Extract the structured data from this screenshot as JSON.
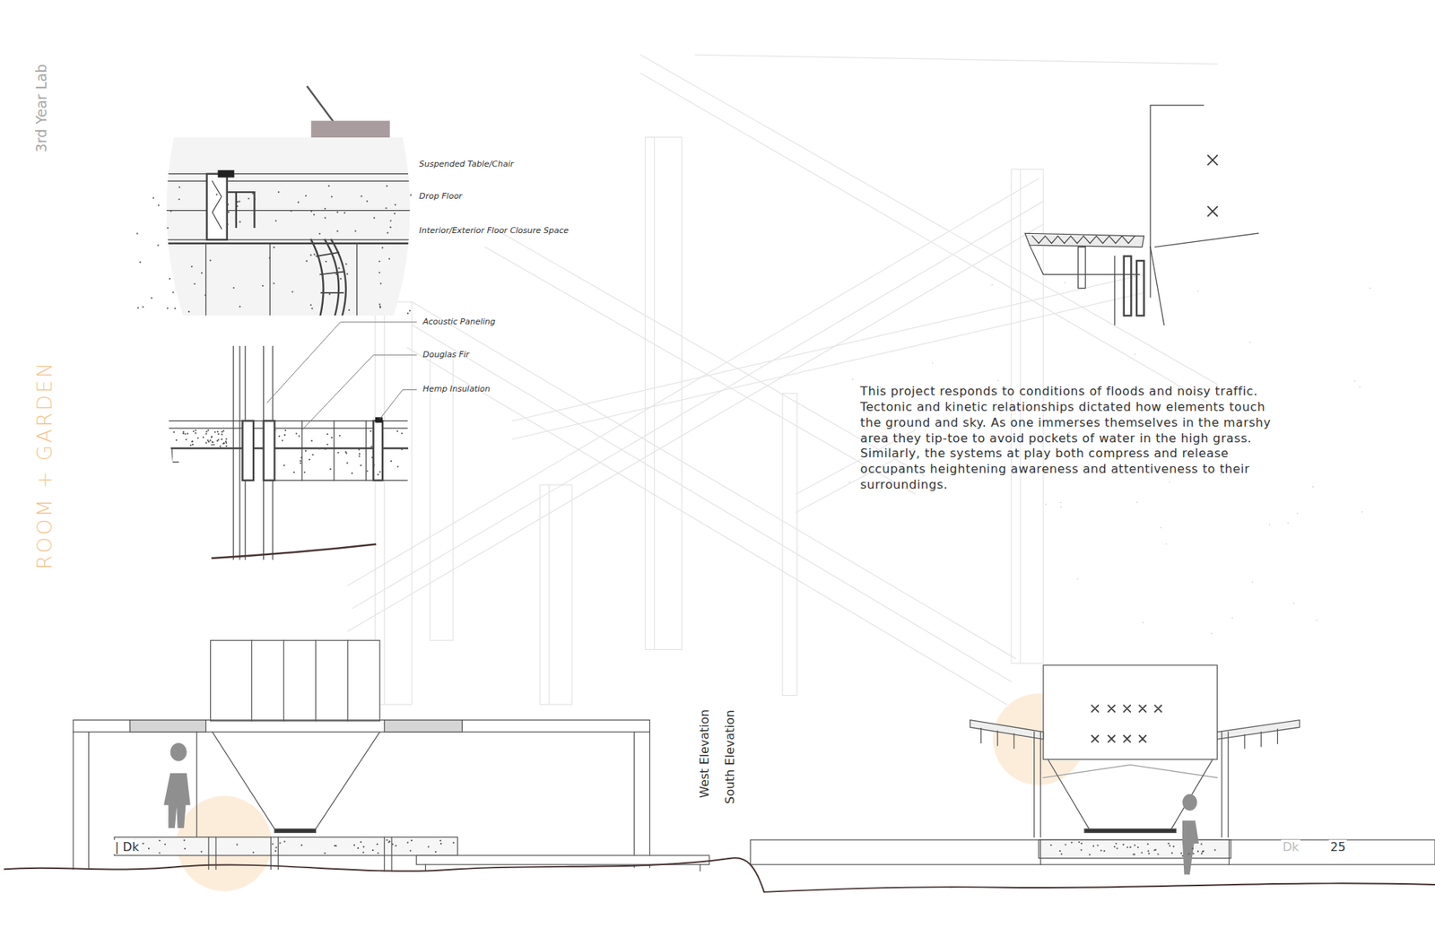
{
  "diagram": {
    "title": "ROOM + GARDEN",
    "labels": [
      "3rd Year Lab",
      "Suspended Table/Chair",
      "Drop Floor",
      "Interior/Exterior Floor Closure Space",
      "Acoustic Paneling",
      "Douglas Fir",
      "Hemp Insulation",
      "This project responds to conditions of floods and noisy traffic. Tectonic and kinetic relationships dictated how elements touch the ground and sky. As one immerses themselves in the marshy area they tip-toe to avoid pockets of water in the high grass. Similarly, the systems at play both compress and release occupants heightening awareness and attentiveness to their surroundings.",
      "West Elevation",
      "South Elevation",
      "| Dk",
      "Dk",
      "25"
    ]
  }
}
